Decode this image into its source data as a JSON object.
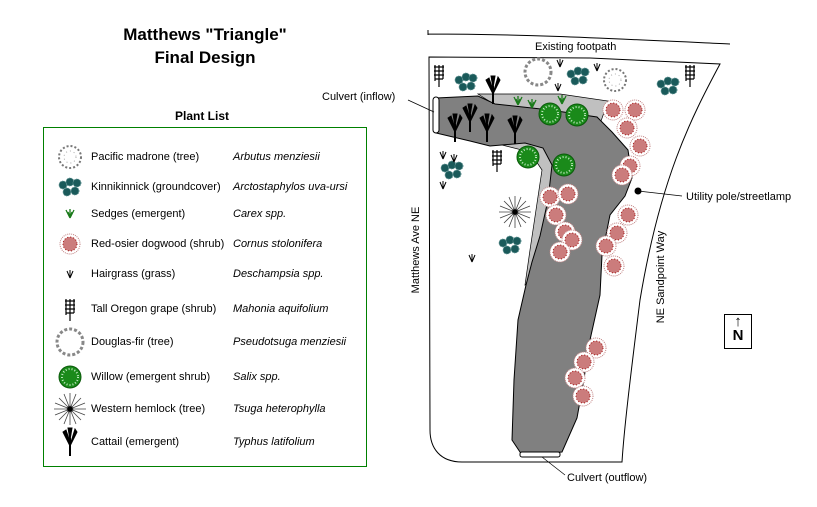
{
  "title": {
    "line1": "Matthews \"Triangle\"",
    "line2": "Final Design"
  },
  "plant_list": {
    "title": "Plant List",
    "items": [
      {
        "icon": "madrone",
        "common": "Pacific madrone (tree)",
        "scientific": "Arbutus menziesii"
      },
      {
        "icon": "kinnikinnick",
        "common": "Kinnikinnick (groundcover)",
        "scientific": "Arctostaphylos uva-ursi"
      },
      {
        "icon": "sedge",
        "common": "Sedges (emergent)",
        "scientific": "Carex spp."
      },
      {
        "icon": "dogwood",
        "common": "Red-osier dogwood (shrub)",
        "scientific": "Cornus stolonifera"
      },
      {
        "icon": "hairgrass",
        "common": "Hairgrass (grass)",
        "scientific": "Deschampsia spp."
      },
      {
        "icon": "grape",
        "common": "Tall Oregon grape (shrub)",
        "scientific": "Mahonia aquifolium"
      },
      {
        "icon": "fir",
        "common": "Douglas-fir (tree)",
        "scientific": "Pseudotsuga menziesii"
      },
      {
        "icon": "willow",
        "common": "Willow (emergent shrub)",
        "scientific": "Salix spp."
      },
      {
        "icon": "hemlock",
        "common": "Western hemlock (tree)",
        "scientific": "Tsuga heterophylla"
      },
      {
        "icon": "cattail",
        "common": "Cattail (emergent)",
        "scientific": "Typhus latifolium"
      }
    ]
  },
  "map": {
    "footpath": "Existing footpath",
    "culvert_in": "Culvert (inflow)",
    "culvert_out": "Culvert (outflow)",
    "utility": "Utility pole/streetlamp",
    "street_west": "Matthews Ave NE",
    "street_east": "NE Sandpoint Way",
    "north_arrow": "↑",
    "north_label": "N"
  },
  "colors": {
    "water": "#808080",
    "bank": "#c0c0c0",
    "willow": "#1a8a1a",
    "dogwood": "#a01010",
    "kinnikinnick": "#1a5a5a",
    "border": "#008000"
  }
}
